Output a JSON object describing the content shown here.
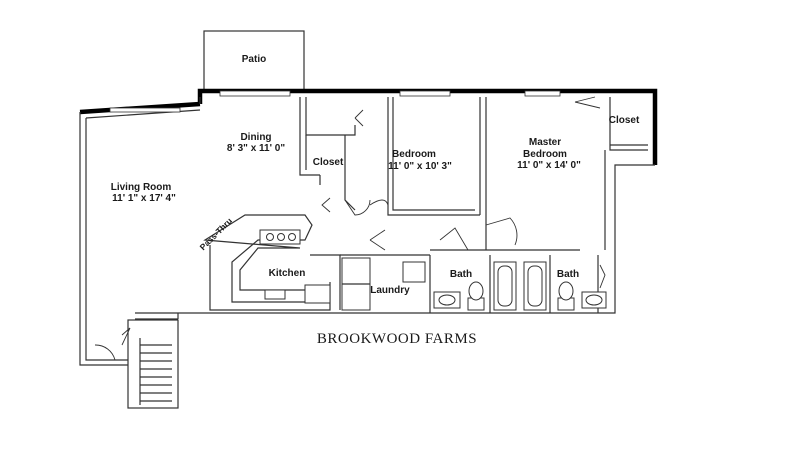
{
  "rooms": {
    "patio": {
      "name": "Patio"
    },
    "dining": {
      "name": "Dining",
      "size": "8' 3\" x 11' 0\""
    },
    "living": {
      "name": "Living Room",
      "size": "11' 1\" x 17' 4\""
    },
    "closet_1": {
      "name": "Closet"
    },
    "bedroom": {
      "name": "Bedroom",
      "size": "11' 0\" x 10' 3\""
    },
    "master": {
      "name_line1": "Master",
      "name_line2": "Bedroom",
      "size": "11' 0\" x 14' 0\""
    },
    "closet_2": {
      "name": "Closet"
    },
    "kitchen": {
      "name": "Kitchen"
    },
    "pass_thru": {
      "name": "Pass-Thru"
    },
    "laundry": {
      "name": "Laundry"
    },
    "bath_1": {
      "name": "Bath"
    },
    "bath_2": {
      "name": "Bath"
    }
  },
  "footer": {
    "title": "BROOKWOOD FARMS"
  },
  "colors": {
    "wall": "#333333",
    "exterior_wall": "#000000",
    "background": "#ffffff"
  }
}
